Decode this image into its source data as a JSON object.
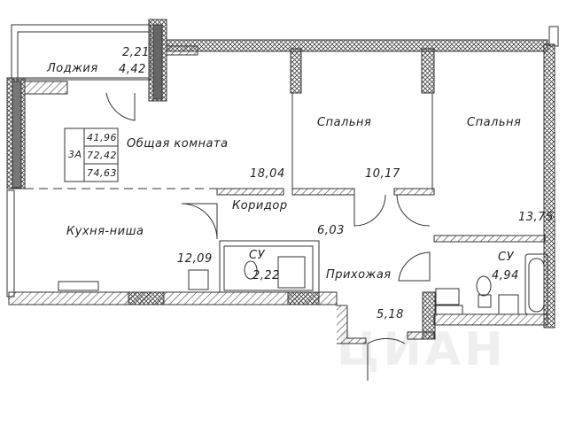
{
  "apartment": {
    "type_code": "3А",
    "areas": [
      "41,96",
      "72,42",
      "74,63"
    ]
  },
  "rooms": [
    {
      "name": "Лоджия",
      "areas": [
        "2,21",
        "4,42"
      ]
    },
    {
      "name": "Общая комната",
      "area": "18,04"
    },
    {
      "name": "Спальня",
      "area": "10,17"
    },
    {
      "name": "Спальня",
      "area": "13,75"
    },
    {
      "name": "Коридор",
      "area": "6,03"
    },
    {
      "name": "Кухня-ниша",
      "area": "12,09"
    },
    {
      "name": "СУ",
      "area": "2,22"
    },
    {
      "name": "Прихожая",
      "area": "5,18"
    },
    {
      "name": "СУ",
      "area": "4,94"
    }
  ],
  "watermark": "ЦИАН",
  "colors": {
    "wall": "#333333",
    "hatch": "#555555"
  }
}
